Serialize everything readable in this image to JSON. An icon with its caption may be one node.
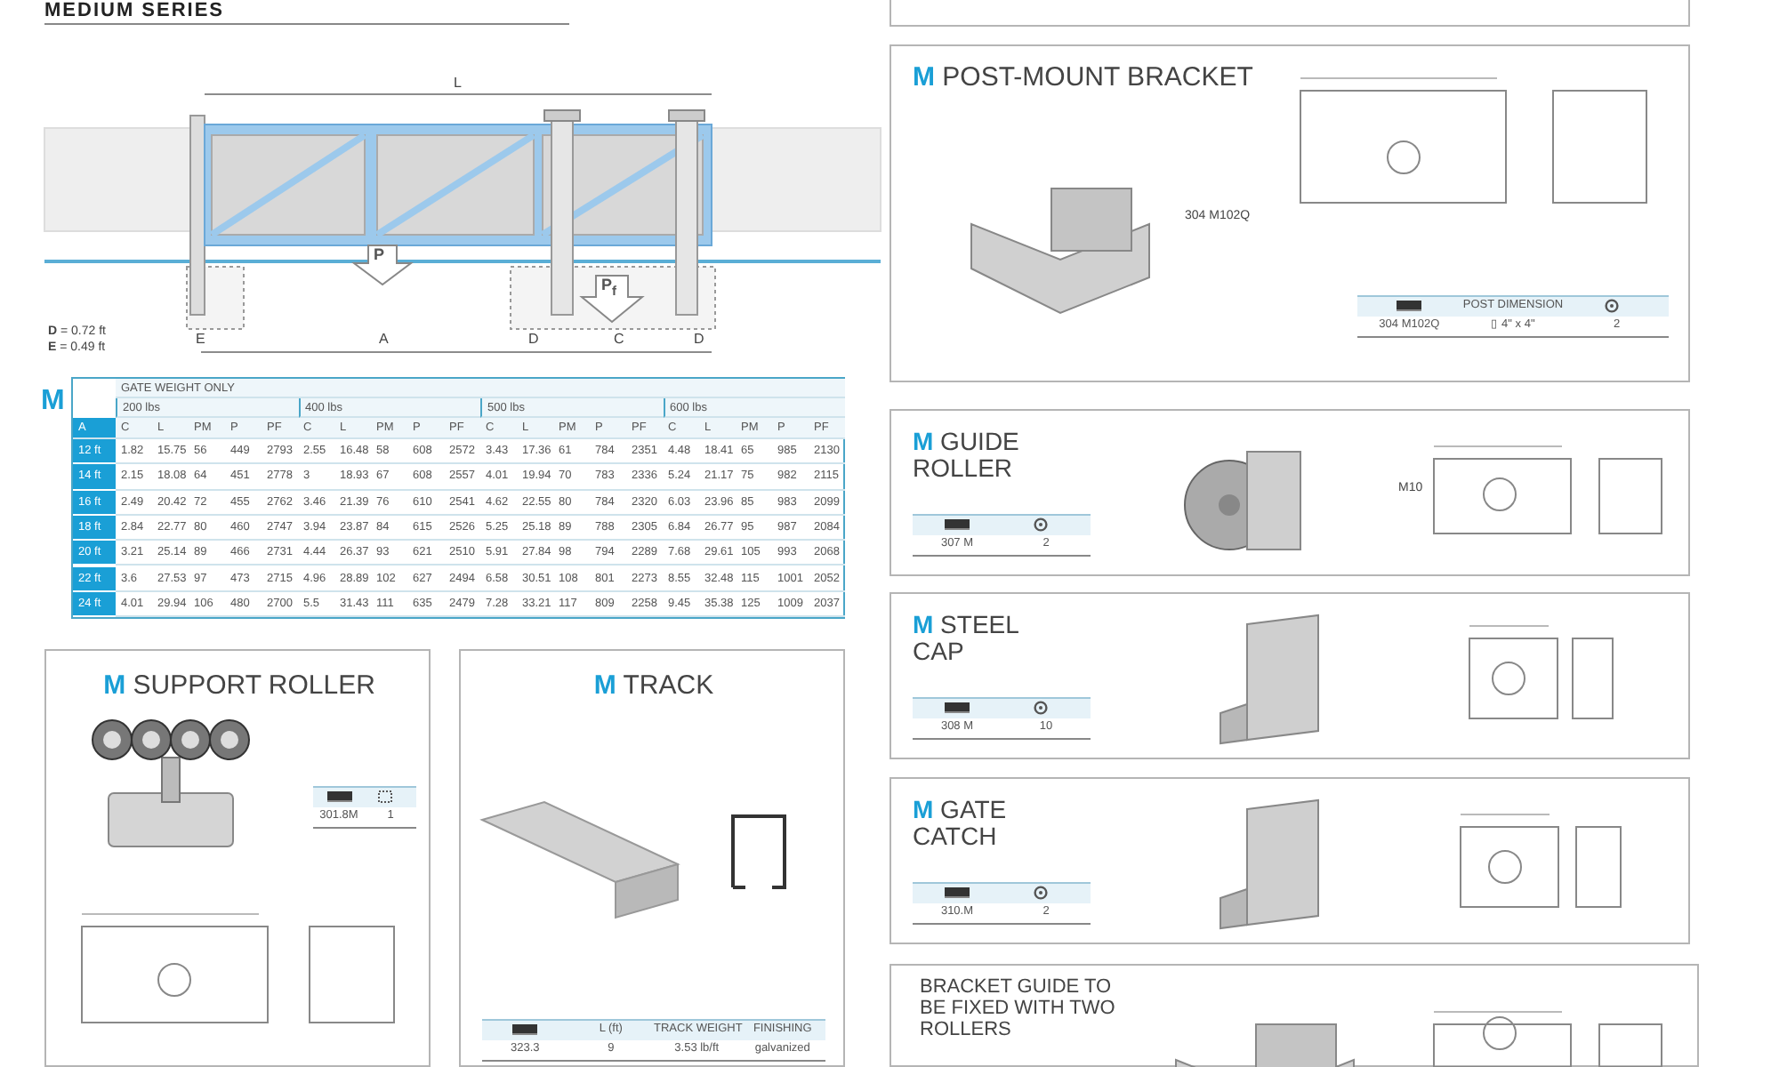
{
  "diagram": {
    "title": "MEDIUM SERIES",
    "nodes": [
      {
        "text": [
          "**M** SUPPORT ROLLER",
          "301.8M",
          "1"
        ]
      },
      {
        "text": [
          "**M** TRACK",
          "L (ft)",
          "TRACK WEIGHT",
          "FINISHING",
          "323.3",
          "9",
          "3.53 lb/ft",
          "galvanized"
        ]
      },
      {
        "text": [],
        "shape": "box"
      },
      {
        "text": [
          "**M** POST-MOUNT BRACKET",
          "304 M102Q",
          "POST DIMENSION",
          "304 M102Q",
          "▯ 4\" x 4\"",
          "2"
        ]
      },
      {
        "text": [
          "**M** GUIDE ROLLER",
          "307 M",
          "2",
          "M10"
        ]
      },
      {
        "text": [
          "**M** STEEL CAP",
          "308 M",
          "10"
        ]
      },
      {
        "text": [
          "**M** GATE CATCH",
          "310.M",
          "2"
        ]
      },
      {
        "text": [
          "BRACKET GUIDE TO BE FIXED WITH TWO ROLLERS"
        ]
      }
    ],
    "labels": [
      "L",
      "P",
      "P$_{f}$",
      "**D** = 0.72 ft",
      "**E** = 0.49 ft",
      "E",
      "A",
      "D",
      "C",
      "D",
      "M",
      "GATE WEIGHT ONLY",
      "200 lbs",
      "400 lbs",
      "500 lbs",
      "600 lbs",
      "A",
      "C",
      "L",
      "PM",
      "P",
      "PF",
      "C",
      "L",
      "PM",
      "P",
      "PF",
      "C",
      "L",
      "PM",
      "P",
      "PF",
      "C",
      "L",
      "PM",
      "P",
      "PF",
      "12 ft",
      "1.82",
      "15.75",
      "56",
      "449",
      "2793",
      "2.55",
      "16.48",
      "58",
      "608",
      "2572",
      "3.43",
      "17.36",
      "61",
      "784",
      "2351",
      "4.48",
      "18.41",
      "65",
      "985",
      "2130",
      "14 ft",
      "2.15",
      "18.08",
      "64",
      "451",
      "2778",
      "3",
      "18.93",
      "67",
      "608",
      "2557",
      "4.01",
      "19.94",
      "70",
      "783",
      "2336",
      "5.24",
      "21.17",
      "75",
      "982",
      "2115",
      "16 ft",
      "2.49",
      "20.42",
      "72",
      "455",
      "2762",
      "3.46",
      "21.39",
      "76",
      "610",
      "2541",
      "4.62",
      "22.55",
      "80",
      "784",
      "2320",
      "6.03",
      "23.96",
      "85",
      "983",
      "2099",
      "18 ft",
      "2.84",
      "22.77",
      "80",
      "460",
      "2747",
      "3.94",
      "23.87",
      "84",
      "615",
      "2526",
      "5.25",
      "25.18",
      "89",
      "788",
      "2305",
      "6.84",
      "26.77",
      "95",
      "987",
      "2084",
      "20 ft",
      "3.21",
      "25.14",
      "89",
      "466",
      "2731",
      "4.44",
      "26.37",
      "93",
      "621",
      "2510",
      "5.91",
      "27.84",
      "98",
      "794",
      "2289",
      "7.68",
      "29.61",
      "105",
      "993",
      "2068",
      "22 ft",
      "3.6",
      "27.53",
      "97",
      "473",
      "2715",
      "4.96",
      "28.89",
      "102",
      "627",
      "2494",
      "6.58",
      "30.51",
      "108",
      "801",
      "2273",
      "8.55",
      "32.48",
      "115",
      "1001",
      "2052",
      "24 ft",
      "4.01",
      "29.94",
      "106",
      "480",
      "2700",
      "5.5",
      "31.43",
      "111",
      "635",
      "2479",
      "7.28",
      "33.21",
      "117",
      "809",
      "2258",
      "9.45",
      "35.38",
      "125",
      "1009",
      "2037"
    ]
  }
}
